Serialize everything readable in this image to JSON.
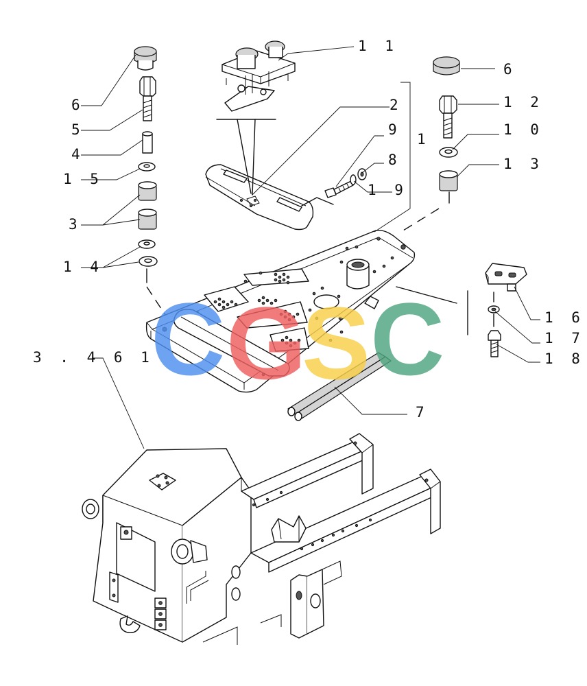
{
  "callouts": {
    "c1": "1",
    "c2": "2",
    "c3": "3",
    "c4": "4",
    "c5": "5",
    "c6_left": "6",
    "c6_right": "6",
    "c7": "7",
    "c8": "8",
    "c9": "9",
    "c10": "1 0",
    "c11": "1 1",
    "c12": "1 2",
    "c13": "1 3",
    "c14": "1 4",
    "c15": "1 5",
    "c16": "1 6",
    "c17": "1 7",
    "c18": "1 8",
    "c19": "1 9",
    "ref": "3 . 4 6 1"
  },
  "watermark": {
    "letters": [
      "C",
      "G",
      "S",
      "C"
    ],
    "colors": [
      "#4f8ff0",
      "#ef5f5f",
      "#f8cf47",
      "#4ea57f"
    ]
  }
}
